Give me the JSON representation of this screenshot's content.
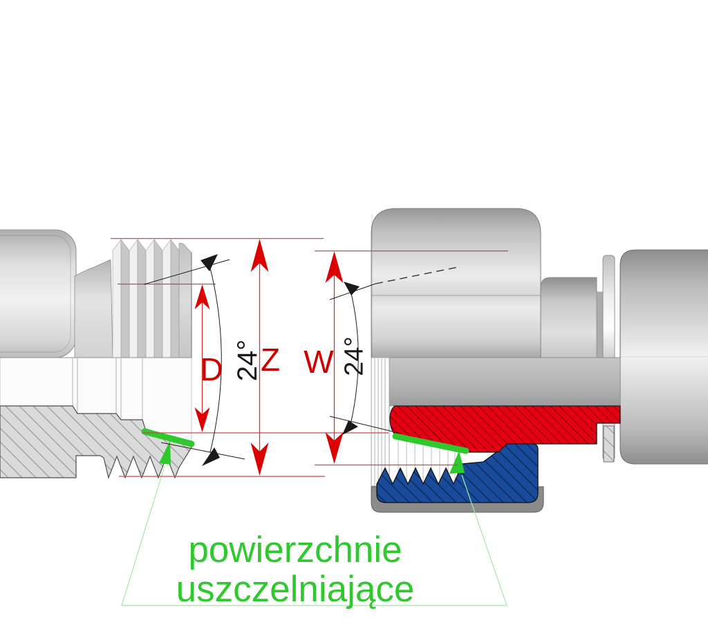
{
  "diagram": {
    "title_hidden": "",
    "labels": {
      "dim_d": "D",
      "dim_z": "Z",
      "dim_w": "W",
      "angle_left": "24°",
      "angle_right": "24°"
    },
    "annotation": {
      "line1": "powierzchnie",
      "line2": "uszczelniające"
    },
    "colors": {
      "dimension_label_red": "#cc0000",
      "arrow_red": "#dd0000",
      "extension_line_red": "#c34a4a",
      "angle_black": "#1a1a1a",
      "seal_green": "#2fc92f",
      "leader_green": "#a6e7a6",
      "ring_red_fill": "#e70013",
      "ring_red_hatch": "#8f0000",
      "nut_blue_fill": "#1a4a9a",
      "nut_blue_hatch": "#0c2c5f",
      "section_gray_fill": "#dadada",
      "section_gray_hatch": "#9b9b9b"
    }
  }
}
